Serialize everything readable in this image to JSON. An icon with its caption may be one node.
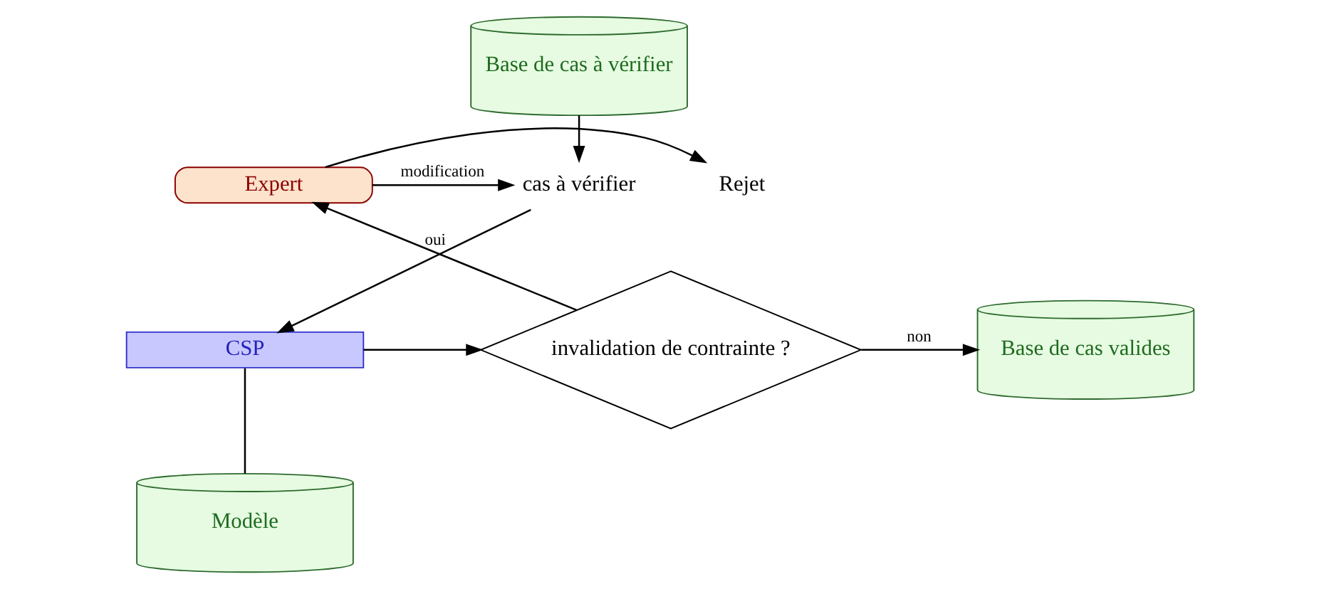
{
  "diagram": {
    "nodes": [
      {
        "text": [
          "Base de cas à vérifier"
        ]
      },
      {
        "text": [
          "cas à vérifier"
        ]
      },
      {
        "text": [
          "CSP"
        ]
      },
      {
        "text": [
          "Modèle"
        ]
      },
      {
        "text": [
          "invalidation de contrainte ?"
        ]
      },
      {
        "text": [
          "Expert"
        ]
      },
      {
        "text": [
          "Rejet"
        ]
      },
      {
        "text": [
          "Base de cas valides"
        ]
      }
    ],
    "edges": [
      {
        "from": 0,
        "to": 1,
        "arrow": "to"
      },
      {
        "from": 1,
        "to": 2,
        "arrow": "to"
      },
      {
        "from": 2,
        "to": 3,
        "arrow": "none"
      },
      {
        "from": 2,
        "to": 4,
        "arrow": "to"
      },
      {
        "from": 4,
        "to": 5,
        "arrow": "to",
        "label": "oui"
      },
      {
        "from": 4,
        "to": 7,
        "arrow": "to",
        "label": "non"
      },
      {
        "from": 5,
        "to": 1,
        "arrow": "to",
        "label": "modification"
      },
      {
        "from": 5,
        "to": 6,
        "arrow": "to"
      }
    ]
  }
}
